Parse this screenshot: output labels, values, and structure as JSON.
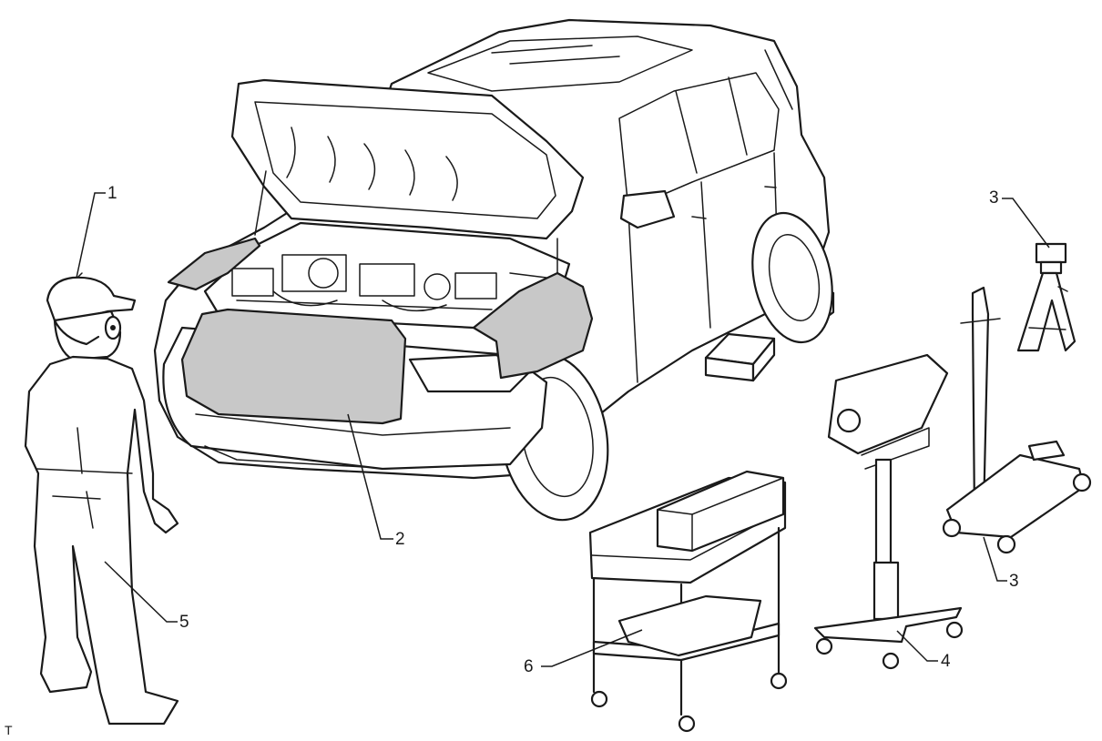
{
  "callouts": {
    "c1": "1",
    "c2": "2",
    "c3_top": "3",
    "c3_bottom": "3",
    "c4": "4",
    "c5": "5",
    "c6": "6"
  },
  "corner_mark": "T",
  "colors": {
    "line": "#1a1a1a",
    "cover_fill": "#c8c8c8",
    "background": "#ffffff"
  }
}
